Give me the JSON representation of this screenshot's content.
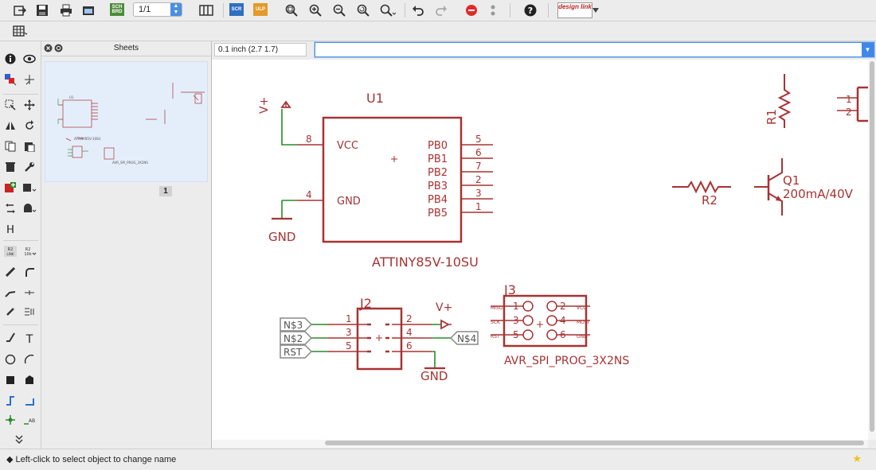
{
  "toolbar": {
    "sheet_value": "1/1",
    "scr_label": "SCR",
    "ulp_label": "ULP",
    "designlink_label": "design link"
  },
  "sheets_panel": {
    "title": "Sheets",
    "sheet_number": "1"
  },
  "coordinate_display": "0.1 inch (2.7 1.7)",
  "command_input": {
    "value": "",
    "placeholder": ""
  },
  "status_bar": {
    "message": "Left-click to select object to change name"
  },
  "schematic": {
    "u1": {
      "name": "U1",
      "value": "ATTINY85V-10SU",
      "left_pins": [
        {
          "num": "8",
          "label": "VCC"
        },
        {
          "num": "4",
          "label": "GND"
        }
      ],
      "right_pins": [
        {
          "num": "5",
          "label": "PB0"
        },
        {
          "num": "6",
          "label": "PB1"
        },
        {
          "num": "7",
          "label": "PB2"
        },
        {
          "num": "2",
          "label": "PB3"
        },
        {
          "num": "3",
          "label": "PB4"
        },
        {
          "num": "1",
          "label": "PB5"
        }
      ]
    },
    "supplies": {
      "vplus": "V+",
      "gnd": "GND"
    },
    "r1": "R1",
    "r2": "R2",
    "q1": {
      "name": "Q1",
      "value": "200mA/40V"
    },
    "connector_right": {
      "pins": [
        "1",
        "2"
      ]
    },
    "j2": {
      "name": "J2",
      "left_pins": [
        "1",
        "3",
        "5"
      ],
      "right_pins": [
        "2",
        "4",
        "6"
      ],
      "nets": [
        "N$3",
        "N$2",
        "RST"
      ],
      "right_net": "N$4"
    },
    "j3": {
      "name": "J3",
      "value": "AVR_SPI_PROG_3X2NS",
      "left_pins": [
        "1",
        "3",
        "5"
      ],
      "right_pins": [
        "2",
        "4",
        "6"
      ],
      "left_labels": [
        "MISO",
        "SCK",
        "RST"
      ],
      "right_labels": [
        "VCC",
        "MOSI",
        "GND"
      ]
    }
  }
}
